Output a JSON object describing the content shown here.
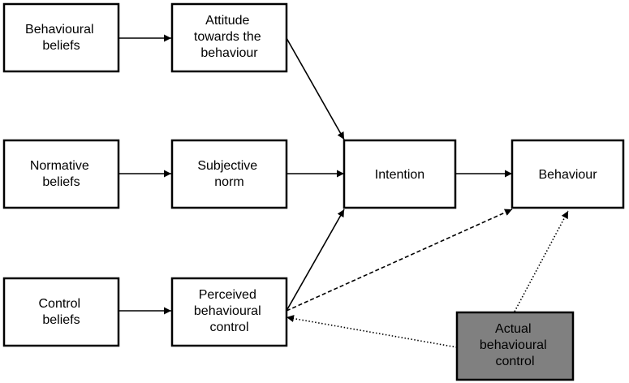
{
  "nodes": {
    "behavioural_beliefs": [
      "Behavioural",
      "beliefs"
    ],
    "attitude": [
      "Attitude",
      "towards the",
      "behaviour"
    ],
    "normative_beliefs": [
      "Normative",
      "beliefs"
    ],
    "subjective_norm": [
      "Subjective",
      "norm"
    ],
    "intention": [
      "Intention"
    ],
    "behaviour": [
      "Behaviour"
    ],
    "control_beliefs": [
      "Control",
      "beliefs"
    ],
    "perceived_control": [
      "Perceived",
      "behavioural",
      "control"
    ],
    "actual_control": [
      "Actual",
      "behavioural",
      "control"
    ]
  },
  "colors": {
    "box_fill": "#ffffff",
    "box_stroke": "#000000",
    "shaded_fill": "#808080",
    "text": "#000000"
  }
}
